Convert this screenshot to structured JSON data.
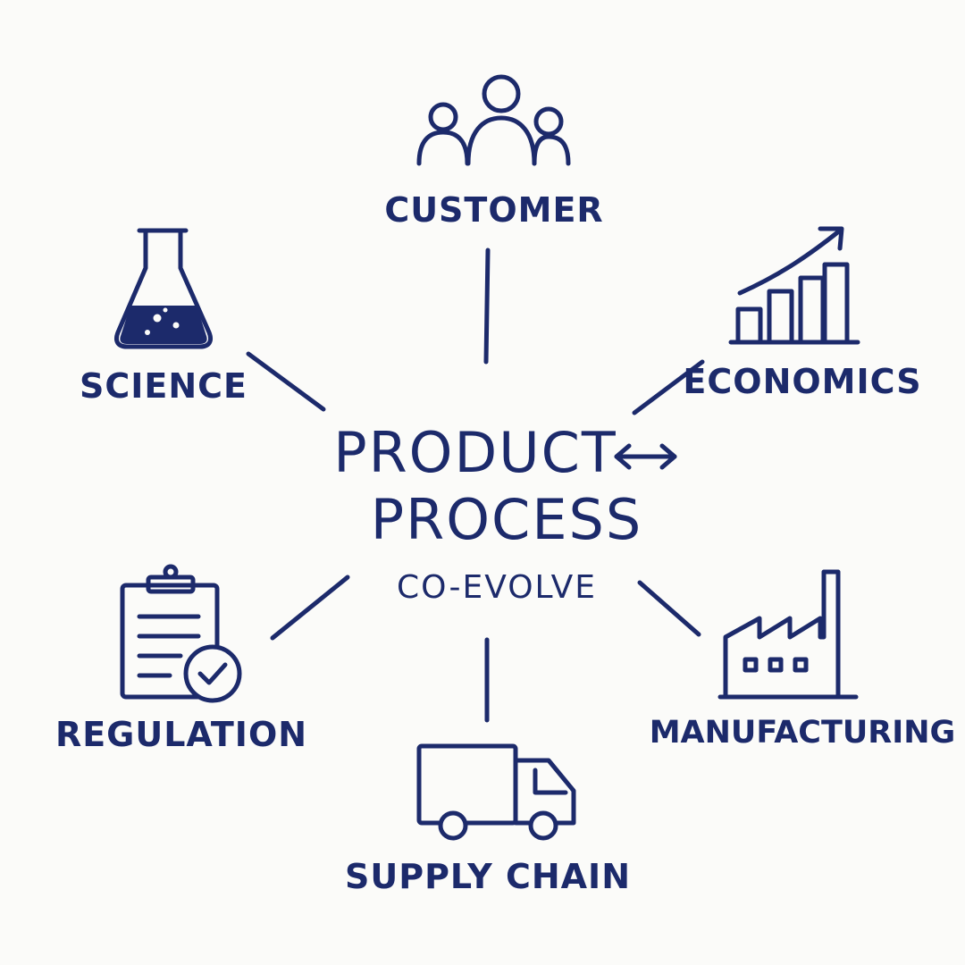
{
  "center": {
    "line1": "PRODUCT",
    "line2": "PROCESS",
    "subtitle": "CO-EVOLVE"
  },
  "nodes": {
    "customer": {
      "label": "CUSTOMER",
      "icon": "people-group-icon"
    },
    "economics": {
      "label": "ECONOMICS",
      "icon": "bar-chart-trend-icon"
    },
    "manufacturing": {
      "label": "MANUFACTURING",
      "icon": "factory-icon"
    },
    "supply_chain": {
      "label": "SUPPLY CHAIN",
      "icon": "truck-icon"
    },
    "regulation": {
      "label": "REGULATION",
      "icon": "clipboard-check-icon"
    },
    "science": {
      "label": "SCIENCE",
      "icon": "flask-icon"
    }
  },
  "colors": {
    "ink": "#1c2a6b",
    "background": "#fbfbf9"
  }
}
